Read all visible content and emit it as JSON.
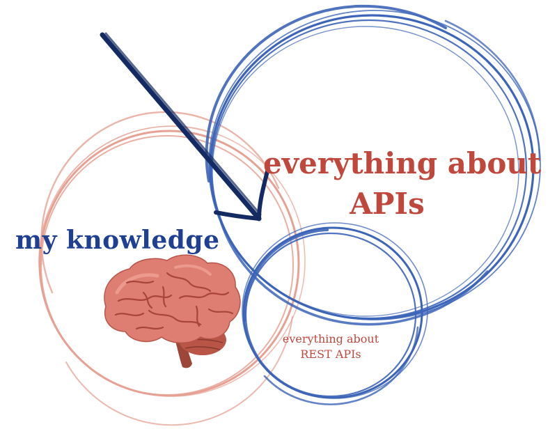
{
  "labels": {
    "knowledge": "my knowledge",
    "apis_line1": "everything about",
    "apis_line2": "APIs",
    "rest_line1": "everything about",
    "rest_line2": "REST APIs"
  },
  "colors": {
    "blue": "#3c64b8",
    "navy": "#142a63",
    "salmon": "#e6a193",
    "title_blue": "#1f3f93",
    "red_text": "#c0473c",
    "brain_fill": "#de7e72",
    "brain_dark": "#a84439",
    "brain_stem": "#9b4638"
  },
  "icons": {
    "brain": "brain-icon",
    "arrow": "arrow-icon"
  }
}
